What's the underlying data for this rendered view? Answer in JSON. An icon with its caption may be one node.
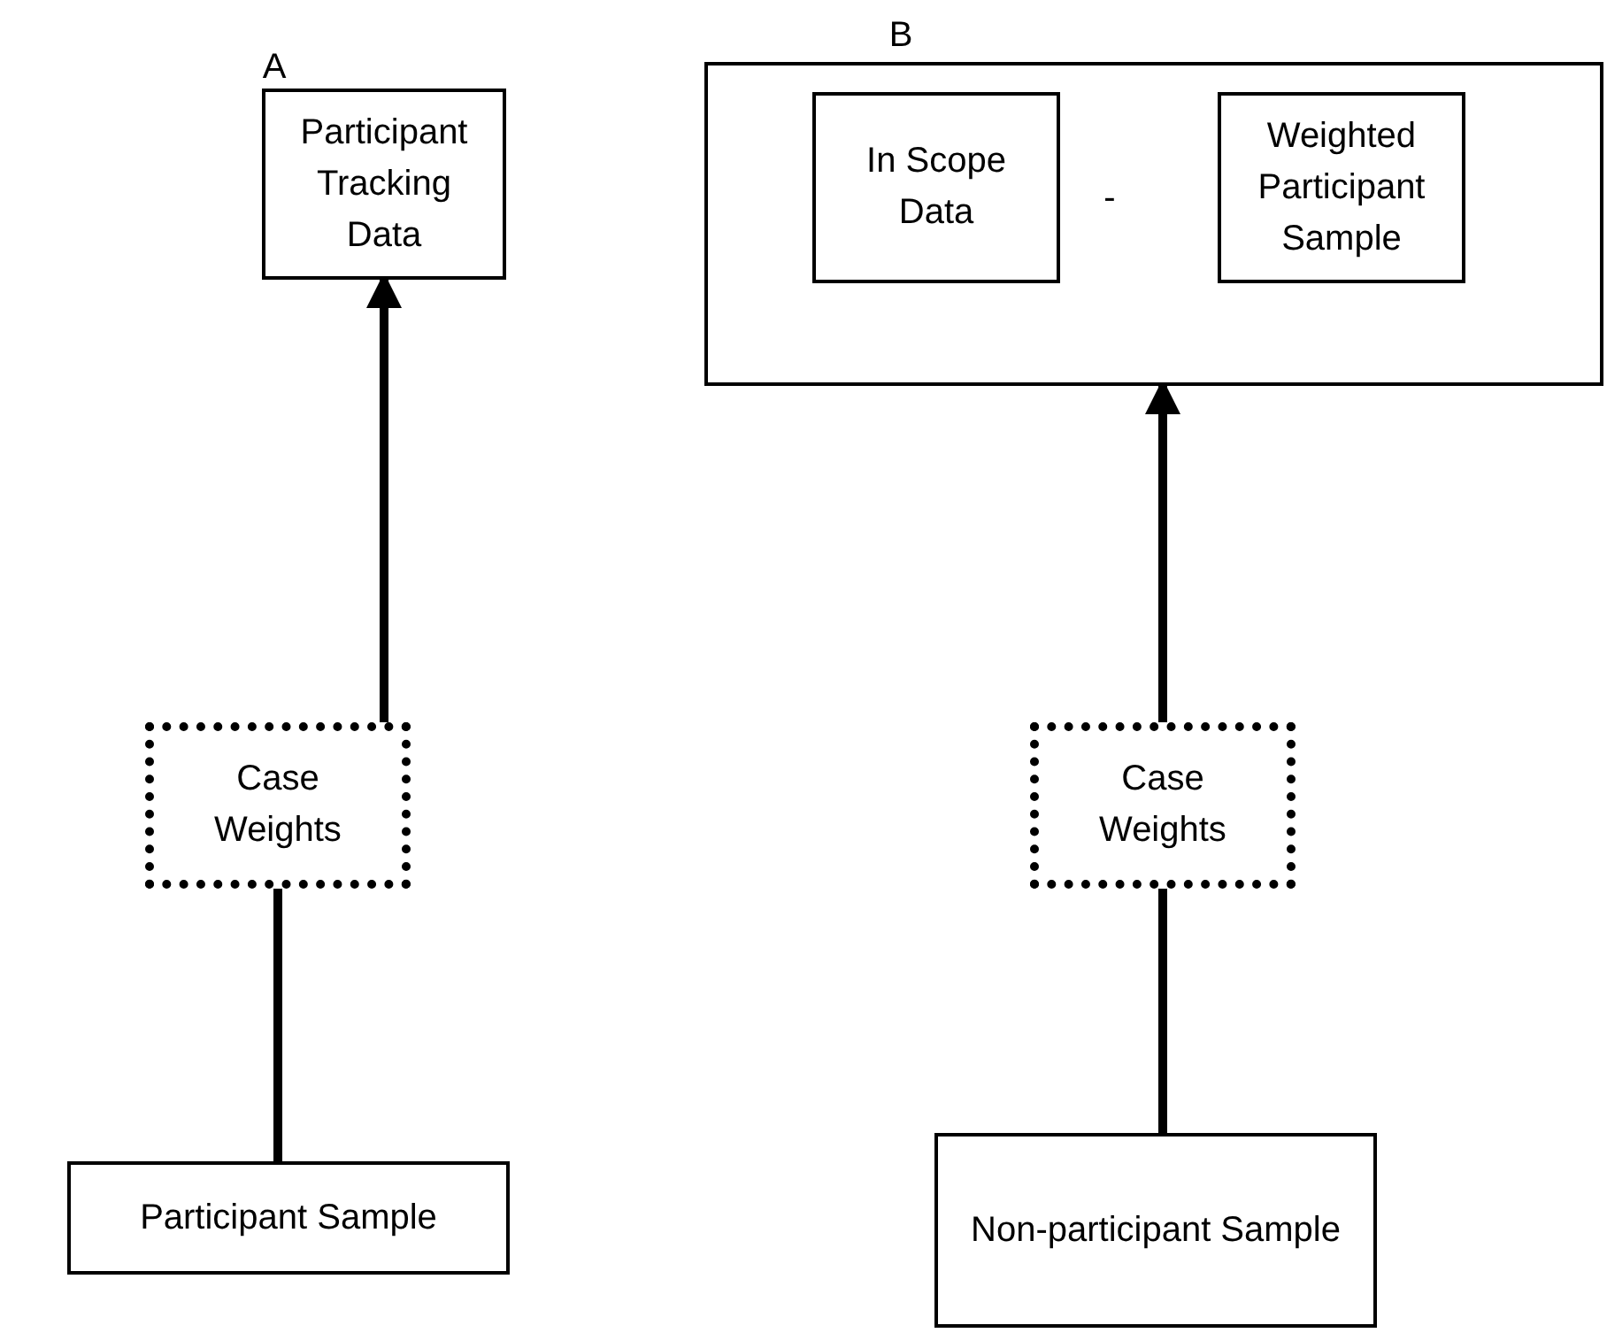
{
  "diagram": {
    "nodes": [
      {
        "text": [
          "Participant Tracking Data"
        ]
      },
      {
        "text": [],
        "shape": "box"
      },
      {
        "text": [
          "In Scope Data"
        ],
        "in": 1
      },
      {
        "text": [
          "Weighted Participant Sample"
        ],
        "in": 1
      },
      {
        "text": [
          "Case Weights"
        ]
      },
      {
        "text": [
          "Case Weights"
        ]
      },
      {
        "text": [
          "Participant Sample"
        ]
      },
      {
        "text": [
          "Non-participant Sample"
        ]
      }
    ],
    "edges": [
      {
        "from": 6,
        "to": 4,
        "arrow": "none"
      },
      {
        "from": 4,
        "to": 0,
        "arrow": "to"
      },
      {
        "from": 7,
        "to": 5,
        "arrow": "none"
      },
      {
        "from": 5,
        "to": 1,
        "arrow": "to"
      }
    ],
    "labels": [
      "A",
      "B",
      "-"
    ]
  }
}
